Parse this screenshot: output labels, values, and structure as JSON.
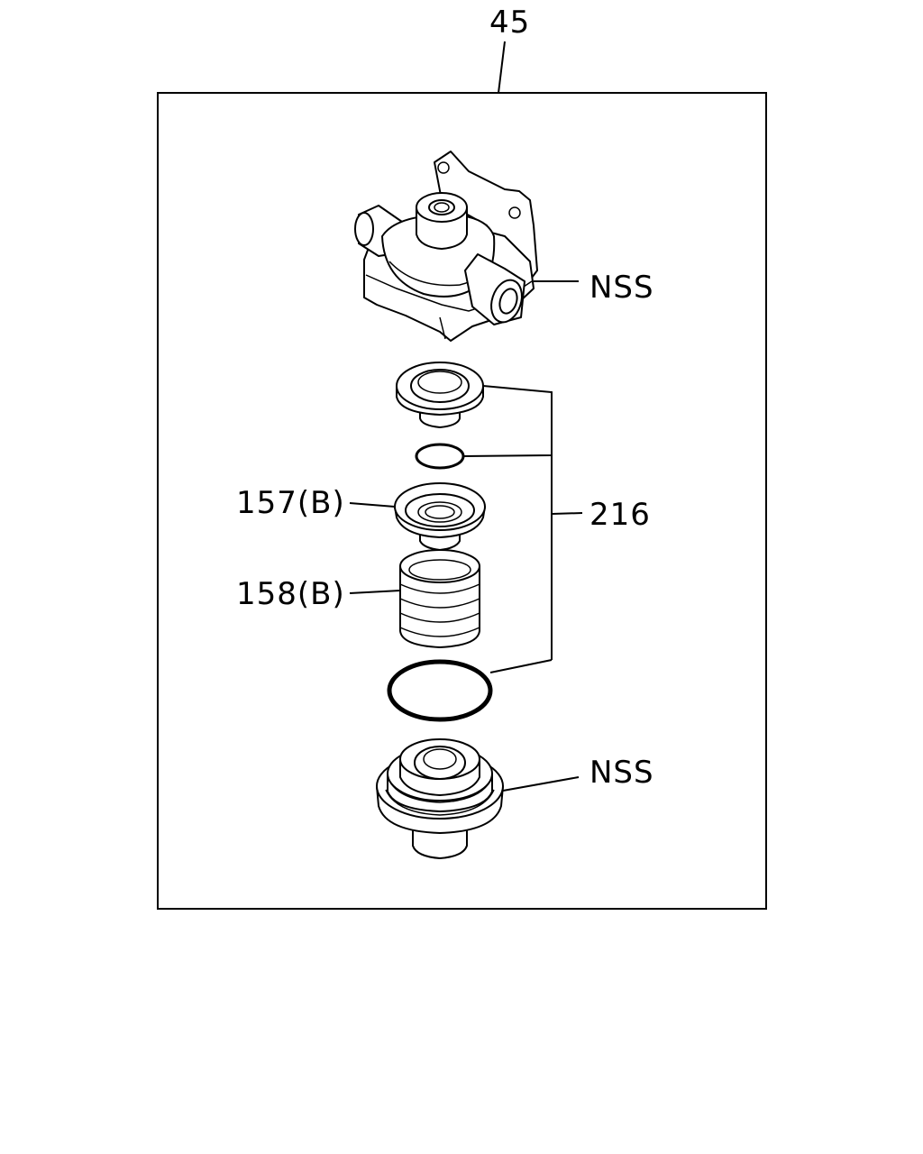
{
  "assembly_number": "45",
  "callouts": {
    "top_housing": "NSS",
    "kit": "216",
    "valve_seat": "157(B)",
    "spring": "158(B)",
    "bottom_piston": "NSS"
  },
  "colors": {
    "line": "#000000",
    "background": "#ffffff"
  }
}
